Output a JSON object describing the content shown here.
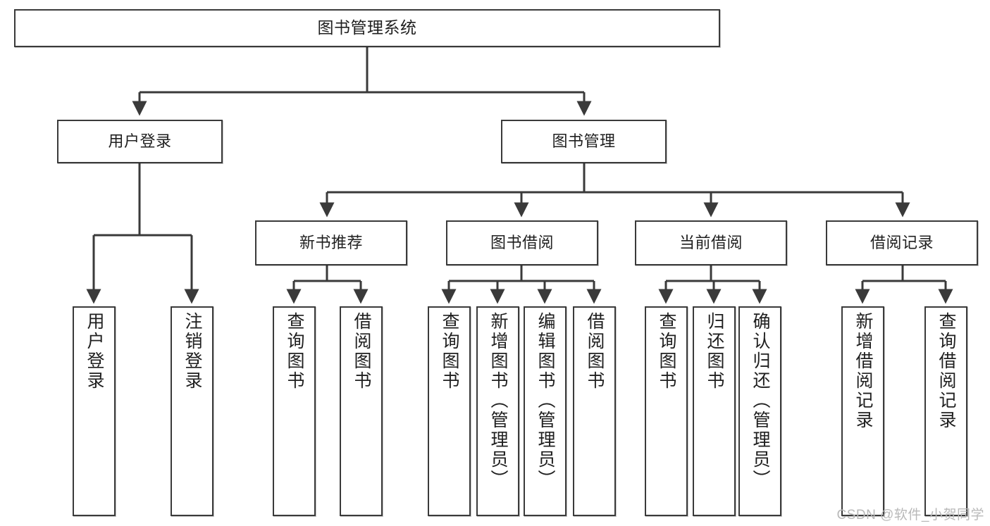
{
  "diagram": {
    "title": "图书管理系统",
    "watermark": "CSDN @软件_小贺同学",
    "accent_color": "#3a3a3a",
    "background_color": "#ffffff",
    "nodes": {
      "root": "图书管理系统",
      "user_login": "用户登录",
      "book_manage": "图书管理",
      "new_book_rec": "新书推荐",
      "book_borrow": "图书借阅",
      "current_borrow": "当前借阅",
      "borrow_record": "借阅记录",
      "leaf_user_login": "用户登录",
      "leaf_logout": "注销登录",
      "leaf_query_book_1": "查询图书",
      "leaf_borrow_book_1": "借阅图书",
      "leaf_query_book_2": "查询图书",
      "leaf_add_book_admin": "新增图书（管理员）",
      "leaf_edit_book_admin": "编辑图书（管理员）",
      "leaf_borrow_book_2": "借阅图书",
      "leaf_query_book_3": "查询图书",
      "leaf_return_book": "归还图书",
      "leaf_confirm_return_admin": "确认归还（管理员）",
      "leaf_add_record": "新增借阅记录",
      "leaf_query_record": "查询借阅记录"
    }
  }
}
